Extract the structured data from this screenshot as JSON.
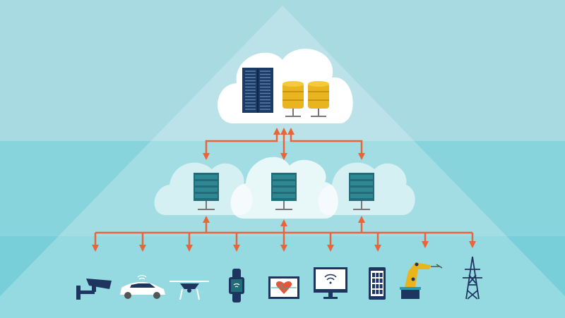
{
  "colors": {
    "band_top": "#a8dae2",
    "band_middle": "#88d4dc",
    "band_bottom": "#78cfd9",
    "arrow": "#e8643a",
    "server_dark": "#1c3a66",
    "server_teal": "#226b78",
    "database_gold": "#e8b520",
    "device_navy": "#1e3560"
  },
  "layers": [
    {
      "id": "cloud",
      "icons": [
        "server-rack-icon",
        "database-icon",
        "database-icon"
      ]
    },
    {
      "id": "fog",
      "icons": [
        "server-icon",
        "server-icon",
        "server-icon"
      ]
    },
    {
      "id": "edge",
      "icons": [
        "security-camera-icon",
        "connected-car-icon",
        "drone-icon",
        "smartwatch-icon",
        "heart-monitor-icon",
        "wifi-monitor-icon",
        "smartphone-icon",
        "robot-arm-icon",
        "power-pylon-icon"
      ]
    }
  ]
}
